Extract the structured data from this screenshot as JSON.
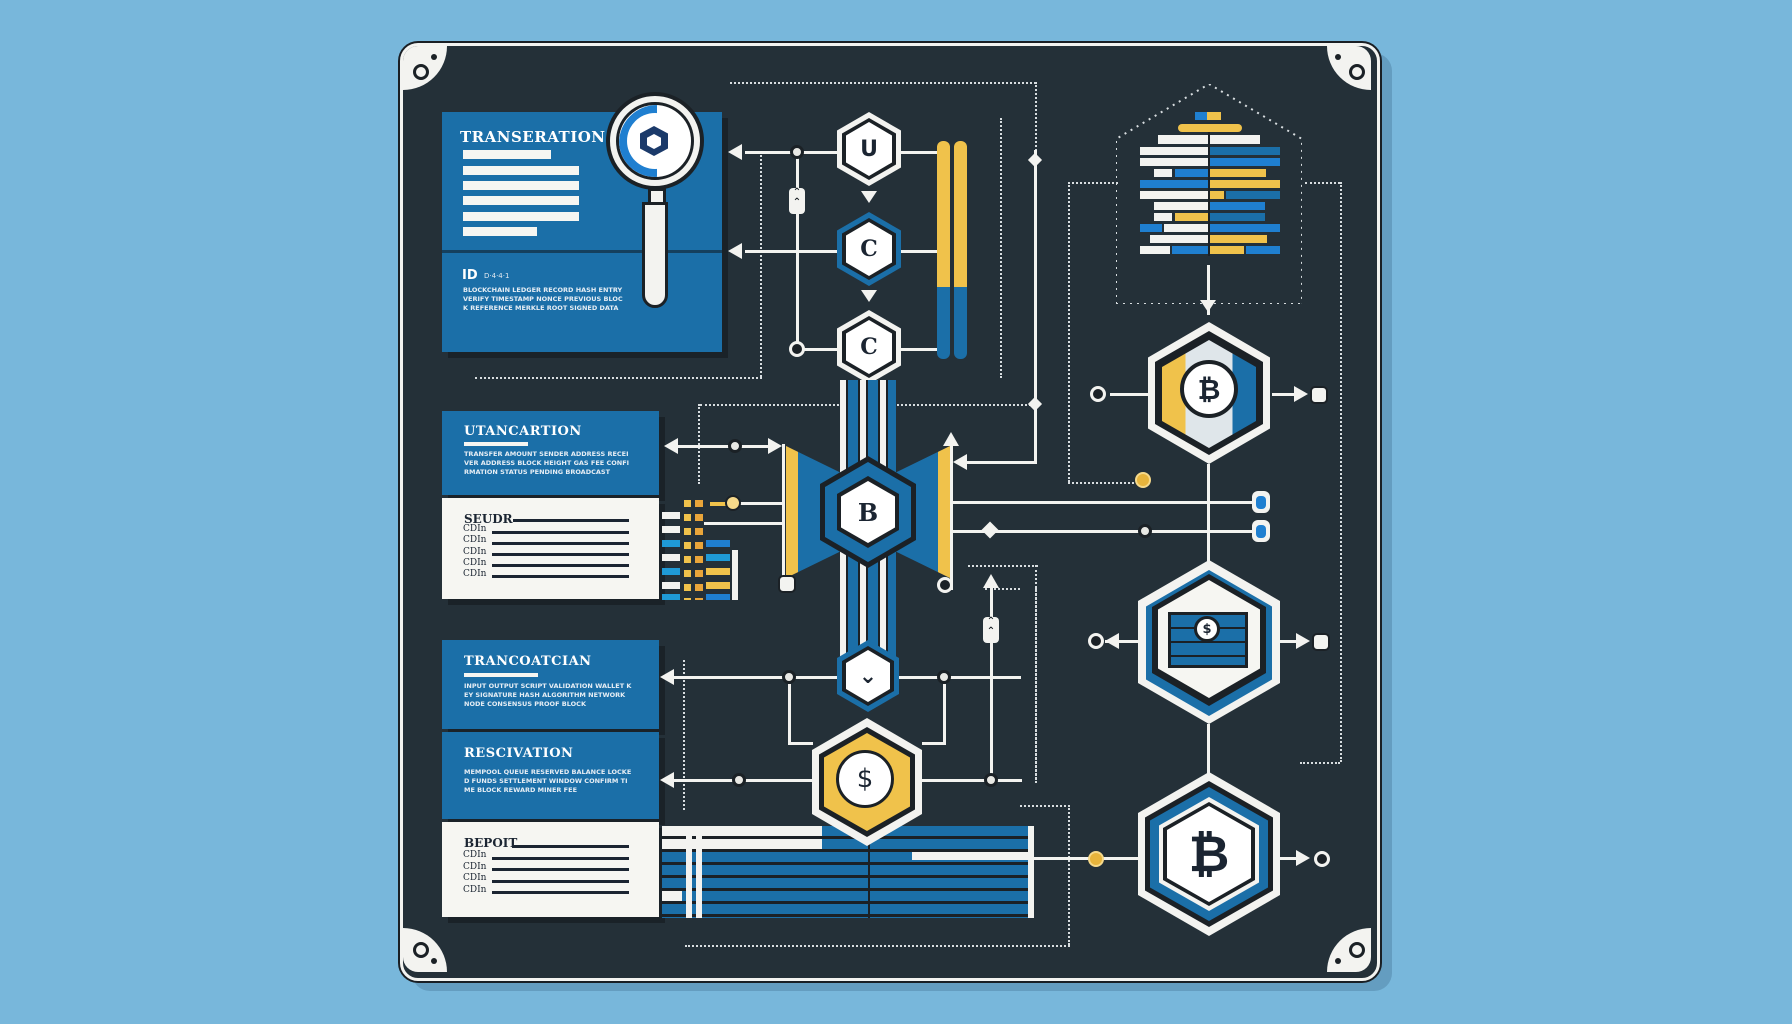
{
  "diagram": {
    "title": "Blockchain transaction flow infographic",
    "colors": {
      "background": "#78b7db",
      "panel": "#243038",
      "accent_blue": "#1b6fa8",
      "accent_yellow": "#f0c24b",
      "line": "#f3f3f0"
    },
    "cards": [
      {
        "id": "card-transaction-1",
        "title": "TRANSERATION",
        "subtitle": "ID",
        "subtitle_meta": "D·4·4·1",
        "body": "BLOCKCHAIN LEDGER RECORD HASH ENTRY VERIFY TIMESTAMP NONCE PREVIOUS BLOCK REFERENCE MERKLE ROOT SIGNED DATA"
      },
      {
        "id": "card-transaction-2",
        "title": "UTANCARTION",
        "body": "TRANSFER AMOUNT SENDER ADDRESS RECEIVER ADDRESS BLOCK HEIGHT GAS FEE CONFIRMATION STATUS PENDING BROADCAST"
      },
      {
        "id": "card-sender",
        "title": "SEUDR",
        "rows": [
          "CDIn",
          "CDIn",
          "CDIn",
          "CDIn",
          "CDIn"
        ]
      },
      {
        "id": "card-transaction-3",
        "title": "TRANCOATCIAN",
        "body": "INPUT OUTPUT SCRIPT VALIDATION WALLET KEY SIGNATURE HASH ALGORITHM NETWORK NODE CONSENSUS PROOF BLOCK"
      },
      {
        "id": "card-reservation",
        "title": "RESCIVATION",
        "body": "MEMPOOL QUEUE RESERVED BALANCE LOCKED FUNDS SETTLEMENT WINDOW CONFIRM TIME BLOCK REWARD MINER FEE"
      },
      {
        "id": "card-report",
        "title": "BEPOIT",
        "rows": [
          "CDIn",
          "CDIn",
          "CDIn",
          "CDIn"
        ]
      }
    ],
    "hex_nodes": [
      {
        "id": "hex-u",
        "label": "U"
      },
      {
        "id": "hex-c1",
        "label": "C"
      },
      {
        "id": "hex-c2",
        "label": "C"
      },
      {
        "id": "hex-b-center",
        "label": "B"
      },
      {
        "id": "hex-chevron",
        "label": "⌄"
      },
      {
        "id": "hex-dollar",
        "label": "$"
      },
      {
        "id": "hex-bitcoin-top",
        "label": "₿"
      },
      {
        "id": "hex-wallet",
        "label": "$"
      },
      {
        "id": "hex-bitcoin-bottom",
        "label": "₿"
      }
    ],
    "icons": {
      "magnifier": "search-icon",
      "ledger_stack": "blockchain-stack-icon",
      "chevron_up": "⌃⌃"
    }
  }
}
